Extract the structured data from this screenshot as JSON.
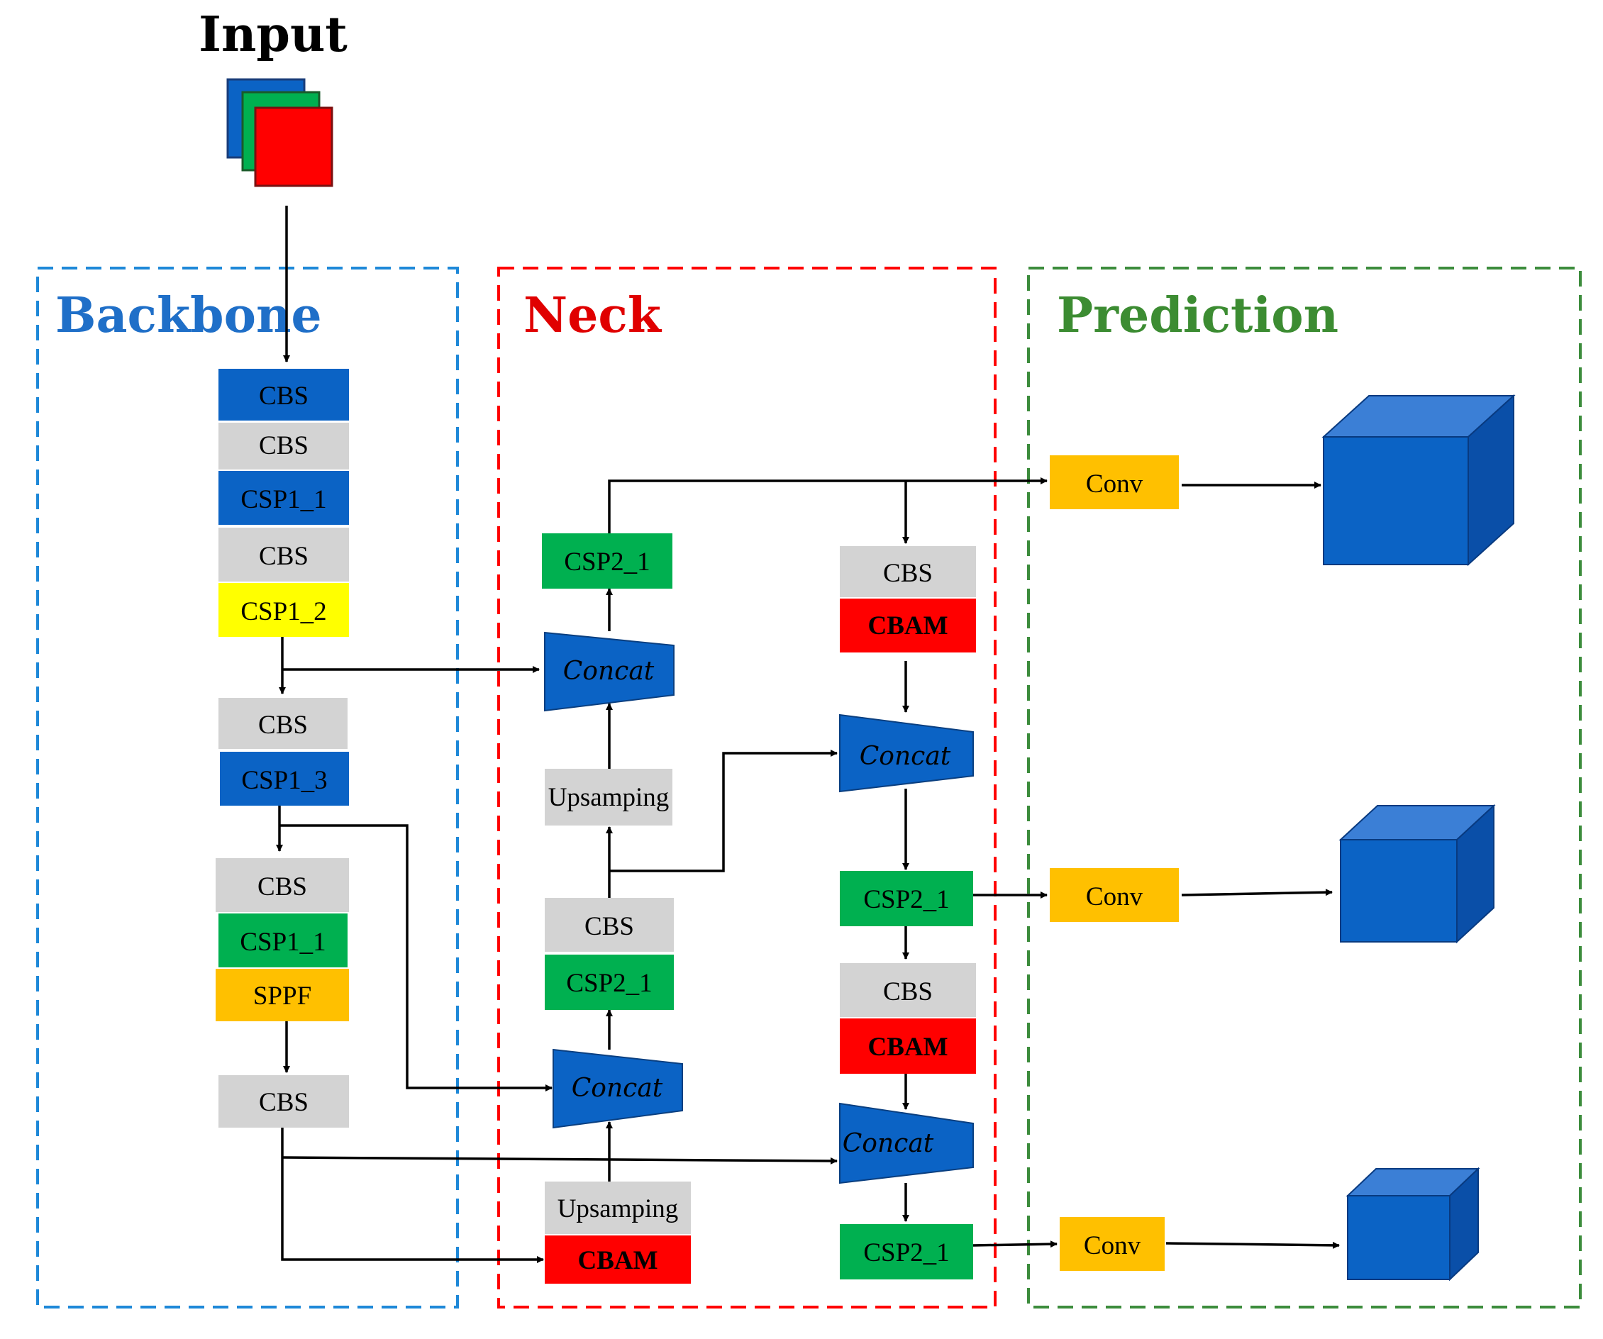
{
  "colors": {
    "blue": "#0b63c5",
    "gray": "#d3d3d3",
    "green": "#00b050",
    "yellow": "#ffff00",
    "orange": "#ffc000",
    "red": "#ff0000",
    "backbone_border": "#1e88d8",
    "neck_border": "#ff0000",
    "prediction_border": "#3c8c3c",
    "backbone_title": "#1f6fc8",
    "neck_title": "#e00000",
    "prediction_title": "#3c8c32"
  },
  "input": {
    "label": "Input"
  },
  "sections": {
    "backbone": "Backbone",
    "neck": "Neck",
    "prediction": "Prediction"
  },
  "backbone": {
    "cbs_1": "CBS",
    "cbs_2": "CBS",
    "csp1_1_a": "CSP1_1",
    "cbs_3": "CBS",
    "csp1_2": "CSP1_2",
    "cbs_4": "CBS",
    "csp1_3": "CSP1_3",
    "cbs_5": "CBS",
    "csp1_1_b": "CSP1_1",
    "sppf": "SPPF",
    "cbs_6": "CBS"
  },
  "neck": {
    "csp2_1_top": "CSP2_1",
    "concat_top": "Concat",
    "upsamping_1": "Upsamping",
    "cbs_mid": "CBS",
    "csp2_1_mid": "CSP2_1",
    "concat_low": "Concat",
    "upsamping_2": "Upsamping",
    "cbam_low": "CBAM",
    "cbs_right_1": "CBS",
    "cbam_right_1": "CBAM",
    "concat_right_1": "Concat",
    "csp2_1_right_1": "CSP2_1",
    "cbs_right_2": "CBS",
    "cbam_right_2": "CBAM",
    "concat_right_2": "Concat",
    "csp2_1_right_2": "CSP2_1"
  },
  "prediction": {
    "conv_1": "Conv",
    "conv_2": "Conv",
    "conv_3": "Conv"
  }
}
